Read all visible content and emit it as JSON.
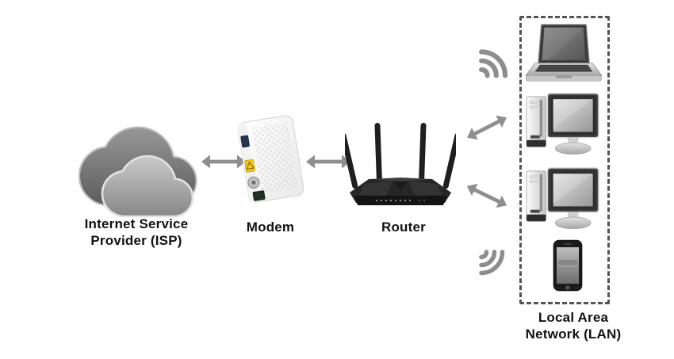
{
  "diagram": {
    "type": "network-topology",
    "nodes": {
      "isp": {
        "label_line1": "Internet Service",
        "label_line2": "Provider (ISP)",
        "icon": "cloud-icon"
      },
      "modem": {
        "label": "Modem",
        "icon": "modem-icon"
      },
      "router": {
        "label": "Router",
        "icon": "router-icon"
      },
      "lan": {
        "label_line1": "Local Area",
        "label_line2": "Network (LAN)",
        "devices": [
          {
            "name": "laptop",
            "icon": "laptop-icon"
          },
          {
            "name": "desktop-pc-1",
            "icon": "desktop-computer-icon"
          },
          {
            "name": "desktop-pc-2",
            "icon": "desktop-computer-icon"
          },
          {
            "name": "smartphone",
            "icon": "smartphone-icon"
          }
        ]
      }
    },
    "connections": [
      {
        "from": "isp",
        "to": "modem",
        "style": "double-arrow"
      },
      {
        "from": "modem",
        "to": "router",
        "style": "double-arrow"
      },
      {
        "from": "router",
        "to": "laptop",
        "style": "wifi-signal"
      },
      {
        "from": "router",
        "to": "desktop-pc-1",
        "style": "double-arrow"
      },
      {
        "from": "router",
        "to": "desktop-pc-2",
        "style": "double-arrow"
      },
      {
        "from": "router",
        "to": "smartphone",
        "style": "wifi-signal"
      }
    ]
  },
  "colors": {
    "arrow_gray": "#8f8f8f",
    "wifi_gray": "#8d8d8d",
    "lan_border_gray": "#545454",
    "label_black": "#121212",
    "cloud_dark": "#666666",
    "cloud_light": "#b8b8b8"
  }
}
